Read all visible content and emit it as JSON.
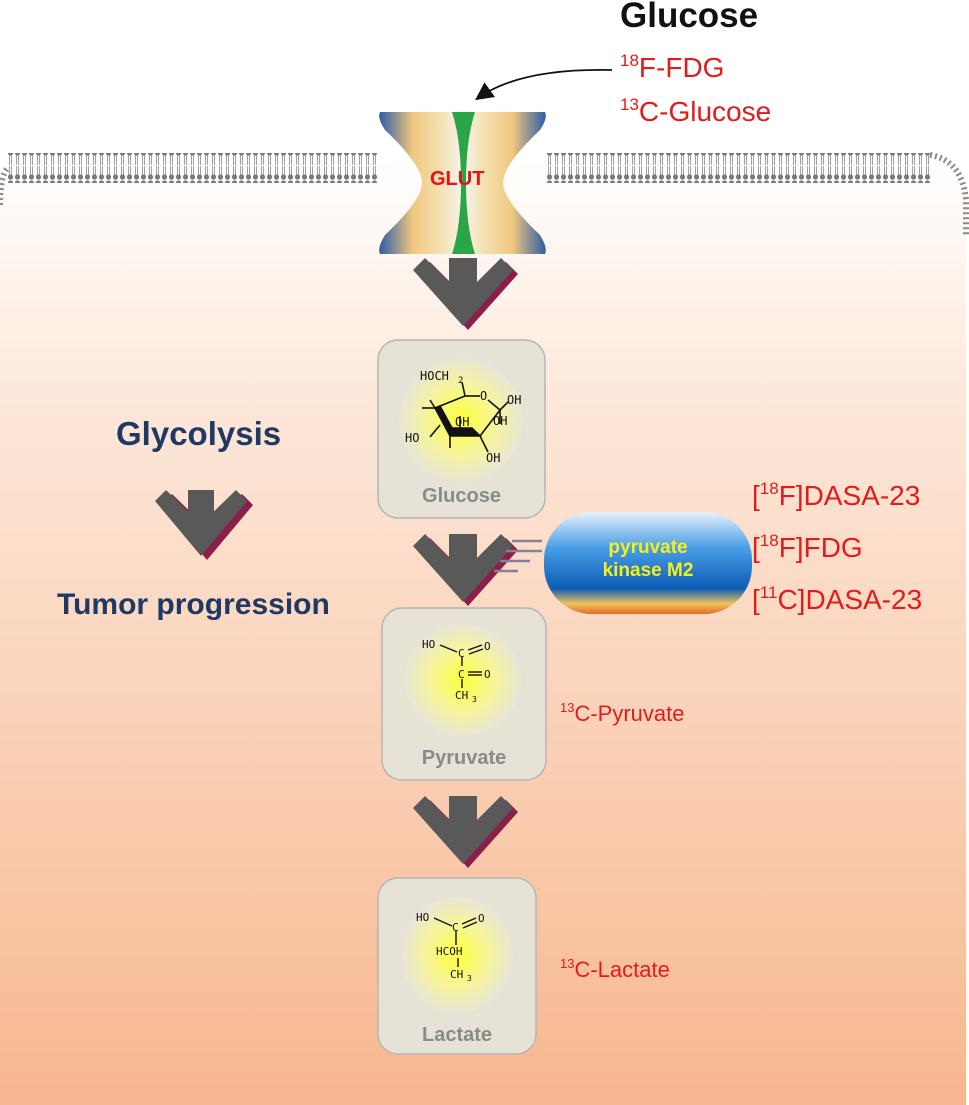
{
  "title": "Glucose",
  "tracers_uptake": [
    {
      "sup": "18",
      "text": "F-FDG"
    },
    {
      "sup": "13",
      "text": "C-Glucose"
    }
  ],
  "transporter_label": "GLUT",
  "side_labels": {
    "glycolysis": "Glycolysis",
    "tumor": "Tumor progression"
  },
  "metabolites": [
    {
      "name": "Glucose"
    },
    {
      "name": "Pyruvate"
    },
    {
      "name": "Lactate"
    }
  ],
  "enzyme": {
    "line1": "pyruvate",
    "line2": "kinase M2"
  },
  "pk_tracers": [
    {
      "pre": "[",
      "sup": "18",
      "text": "F]DASA-23"
    },
    {
      "pre": "[",
      "sup": "18",
      "text": "F]FDG"
    },
    {
      "pre": "[",
      "sup": "11",
      "text": "C]DASA-23"
    }
  ],
  "pyruvate_tracer": {
    "sup": "13",
    "text": "C-Pyruvate"
  },
  "lactate_tracer": {
    "sup": "13",
    "text": "C-Lactate"
  },
  "structures": {
    "glucose": {
      "ch2": "HOCH",
      "sub2": "2",
      "oh1": "OH",
      "oh2": "OH",
      "oh3": "OH",
      "oh4": "HO",
      "oh5": "OH",
      "ring_o": "O"
    },
    "pyruvate": {
      "ho": "HO",
      "c1": "C",
      "o1": "O",
      "c2": "C",
      "o2": "O",
      "ch3": "CH",
      "sub3": "3"
    },
    "lactate": {
      "ho": "HO",
      "c1": "C",
      "o1": "O",
      "hcoh": "HCOH",
      "ch3": "CH",
      "sub3": "3"
    }
  },
  "colors": {
    "title": "#111111",
    "tracer_red": "#e21b1b",
    "label_navy": "#1f3864",
    "arrow": "#5a5a5a",
    "enzyme_blue": "#1565c0",
    "enzyme_text": "#f5f01a"
  }
}
